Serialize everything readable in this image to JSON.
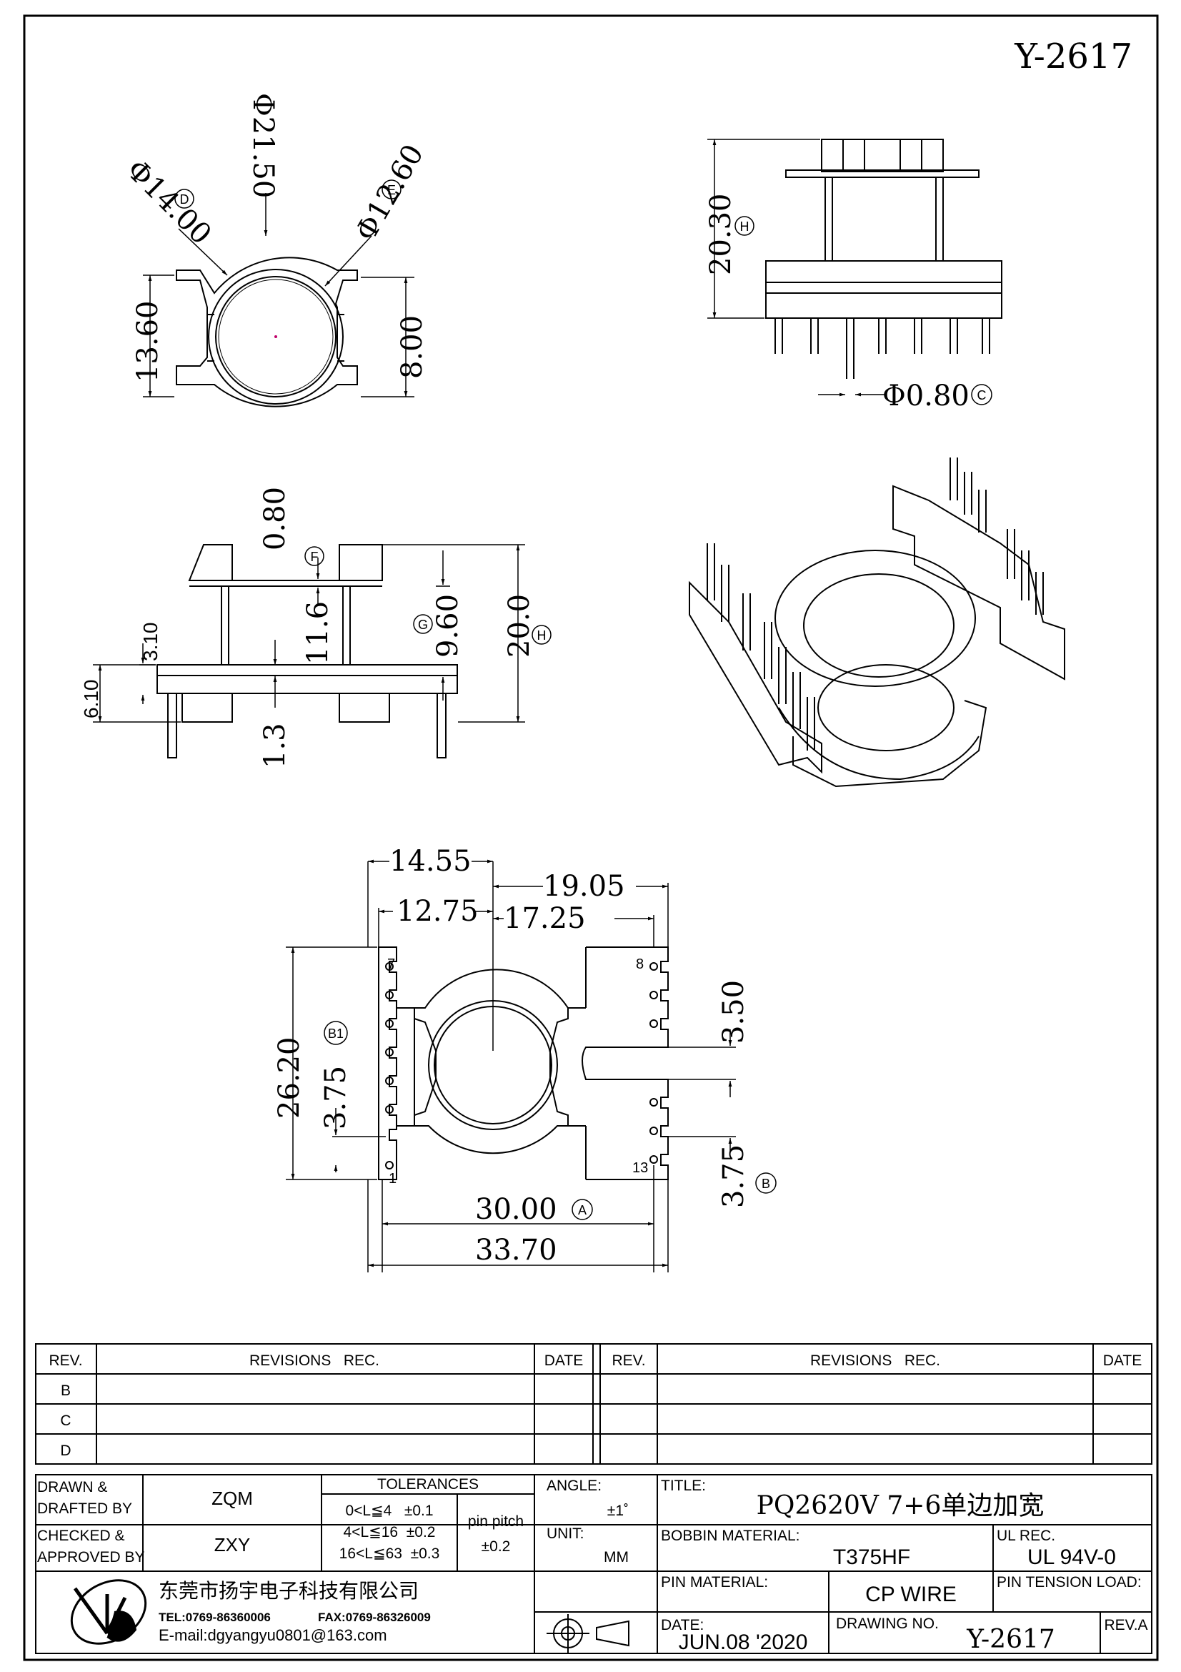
{
  "drawing_number_top": "Y-2617",
  "top_view": {
    "dia_outer": "Φ21.50",
    "dia_d": "Φ14.00",
    "circle_d": "D",
    "dia_e": "Φ12.60",
    "circle_e": "E",
    "height_left": "13.60",
    "height_right": "8.00"
  },
  "side_view_top": {
    "height": "20.30",
    "circle_h": "H",
    "pin_dia": "Φ0.80",
    "circle_c": "C"
  },
  "front_view": {
    "d_080": "0.80",
    "circle_f": "F",
    "d_116": "11.6",
    "d_960": "9.60",
    "circle_g": "G",
    "d_200": "20.0",
    "circle_h": "H",
    "d_310": "3.10",
    "d_610": "6.10",
    "d_13": "1.3"
  },
  "bottom_view": {
    "d_1455": "14.55",
    "d_1905": "19.05",
    "d_1275": "12.75",
    "d_1725": "17.25",
    "d_2620": "26.20",
    "d_375_left": "3.75",
    "circle_b1": "B1",
    "d_350": "3.50",
    "d_375_right": "3.75",
    "circle_b": "B",
    "d_3000": "30.00",
    "circle_a": "A",
    "d_3370": "33.70",
    "pin_7": "7",
    "pin_8": "8",
    "pin_1": "1",
    "pin_13": "13"
  },
  "revisions": {
    "rev_header": "REV.",
    "rec_header": "REVISIONS   REC.",
    "date_header": "DATE",
    "rows": [
      "B",
      "C",
      "D"
    ]
  },
  "title_block": {
    "drawn_label_1": "DRAWN &",
    "drawn_label_2": "DRAFTED BY",
    "drawn_value": "ZQM",
    "checked_label_1": "CHECKED &",
    "checked_label_2": "APPROVED BY",
    "checked_value": "ZXY",
    "tolerances_label": "TOLERANCES",
    "tol_1": "0<L≦4   ±0.1",
    "tol_2": "4<L≦16  ±0.2",
    "tol_3": "16<L≦63  ±0.3",
    "pin_pitch_label": "pin pitch",
    "pin_pitch_value": "±0.2",
    "angle_label": "ANGLE:",
    "angle_value": "±1˚",
    "unit_label": "UNIT:",
    "unit_value": "MM",
    "title_label": "TITLE:",
    "title_value": "PQ2620V 7+6单边加宽",
    "bobbin_label": "BOBBIN MATERIAL:",
    "bobbin_value": "T375HF",
    "ul_label": "UL REC.",
    "ul_value": "UL 94V-0",
    "pin_mat_label": "PIN MATERIAL:",
    "pin_mat_value": "CP WIRE",
    "pin_tension_label": "PIN TENSION LOAD:",
    "date_label": "DATE:",
    "date_value": "JUN.08 '2020",
    "drawing_no_label": "DRAWING NO.",
    "drawing_no_value": "Y-2617",
    "rev_label": "REV.A",
    "company_name": "东莞市扬宇电子科技有限公司",
    "tel": "TEL:0769-86360006",
    "fax": "FAX:0769-86326009",
    "email": "E-mail:dgyangyu0801@163.com"
  }
}
